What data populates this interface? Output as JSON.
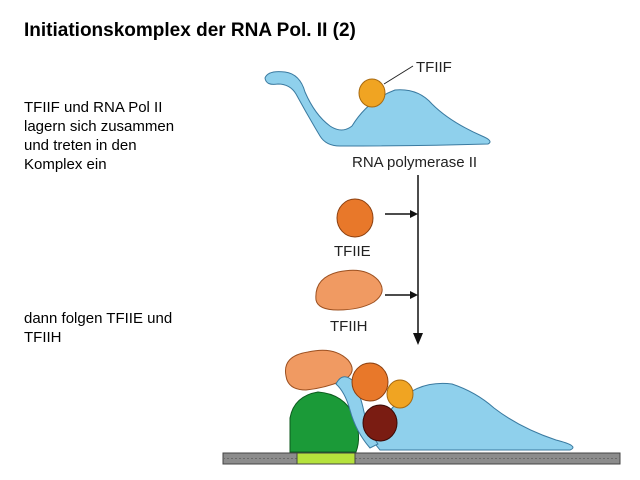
{
  "title": "Initiationskomplex der RNA Pol. II (2)",
  "notes": {
    "first": [
      "TFIIF und RNA Pol II",
      "lagern sich zusammen",
      "und treten in den",
      "Komplex ein"
    ],
    "second": [
      "dann folgen TFIIE und",
      "TFIIH"
    ]
  },
  "figure": {
    "tfiif_label": "TFIIF",
    "polymerase_label": "RNA polymerase II",
    "tfiie_label": "TFIIE",
    "tfiih_label": "TFIIH"
  },
  "colors": {
    "polymerase": "#8fd0ec",
    "tfiif": "#f0a422",
    "tfiie": "#e8782a",
    "tfiih": "#f09a62",
    "tbp": "#1b9a38",
    "tfiib": "#7a1c12",
    "dna": "#8c8c8c",
    "promoter": "#b5e23c"
  }
}
